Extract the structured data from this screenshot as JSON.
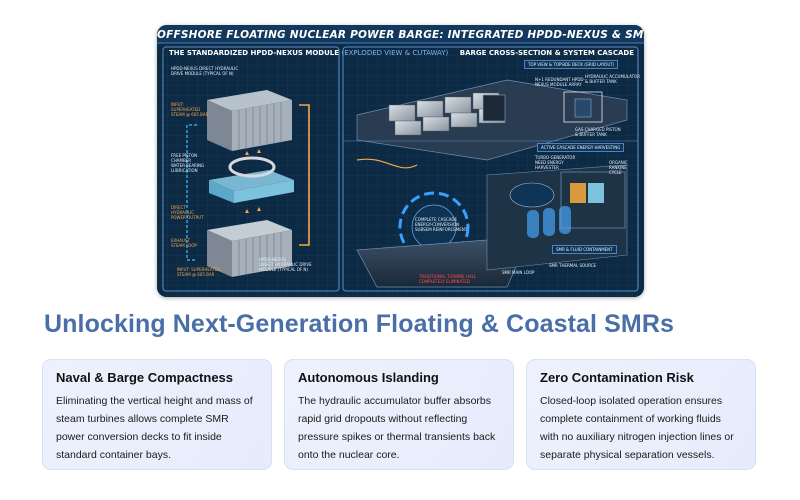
{
  "hero": {
    "title": "OFFSHORE FLOATING NUCLEAR POWER BARGE: INTEGRATED HPDD-NEXUS & SMR CASCADE ARCHITECTURE",
    "left_panel_title": "THE STANDARDIZED HPDD-NEXUS MODULE",
    "left_panel_subtitle": "(EXPLODED VIEW & CUTAWAY)",
    "right_panel_title": "BARGE CROSS-SECTION & SYSTEM CASCADE",
    "labels": {
      "module_top": "HPDD-NEXUS DIRECT HYDRAULIC\nDRIVE MODULE (TYPICAL OF N)",
      "input_steam": "INPUT:\nSUPERHEATED\nSTEAM @ 605 BAR",
      "piston": "FREE PISTON\nCHAMBER\nWATER-BEARING\nLUBRICATION",
      "direct_output": "DIRECT\nHYDRAULIC\nPOWER OUTPUT",
      "exhaust": "EXHAUST\nSTEAM LOOP",
      "input_steam_2": "INPUT: SUPERHEATED\nSTEAM @ 605 BAR",
      "module_bottom": "HPDD-NEXUS\nDIRECT HYDRAULIC DRIVE\nMODULE (TYPICAL OF N)",
      "topview": "TOP VIEW & TOPSIDE DECK (GRID LAYOUT)",
      "redundant": "N+1 REDUNDANT HPDD-\nNEXUS MODULE ARRAY",
      "accumulator": "HYDRAULIC ACCUMULATOR\n& BUFFER TANK",
      "piston_tank": "GAS CHARGED PISTON\n& BUFFER TANK",
      "cascade": "ACTIVE CASCADE ENERGY HARVESTING",
      "turbo": "TURBO-GENERATOR\nNEED ENERGY\nHARVESTER",
      "orc": "ORGANIC\nRANKINE\nCYCLE",
      "smr_fluid": "SMR & FLUID CONTAINMENT",
      "complete_cascade": "COMPLETE CASCADE\nENERGY-CONVERSION\nSUBSEM REINFORCEMENT",
      "smr_main": "SMR MAIN LOOP",
      "thermal": "SMR THERMAL SOURCE",
      "traditional": "TRADITIONAL TURBINE HALL\nCOMPLETELY ELIMINATED"
    }
  },
  "headline": "Unlocking Next-Generation Floating & Coastal SMRs",
  "cards": [
    {
      "title": "Naval & Barge Compactness",
      "body": "Eliminating the vertical height and mass of steam turbines allows complete SMR power conversion decks to fit inside standard container bays."
    },
    {
      "title": "Autonomous Islanding",
      "body": "The hydraulic accumulator buffer absorbs rapid grid dropouts without reflecting pressure spikes or thermal transients back onto the nuclear core."
    },
    {
      "title": "Zero Contamination Risk",
      "body": "Closed-loop isolated operation ensures complete containment of working fluids with no auxiliary nitrogen injection lines or separate physical separation vessels."
    }
  ]
}
